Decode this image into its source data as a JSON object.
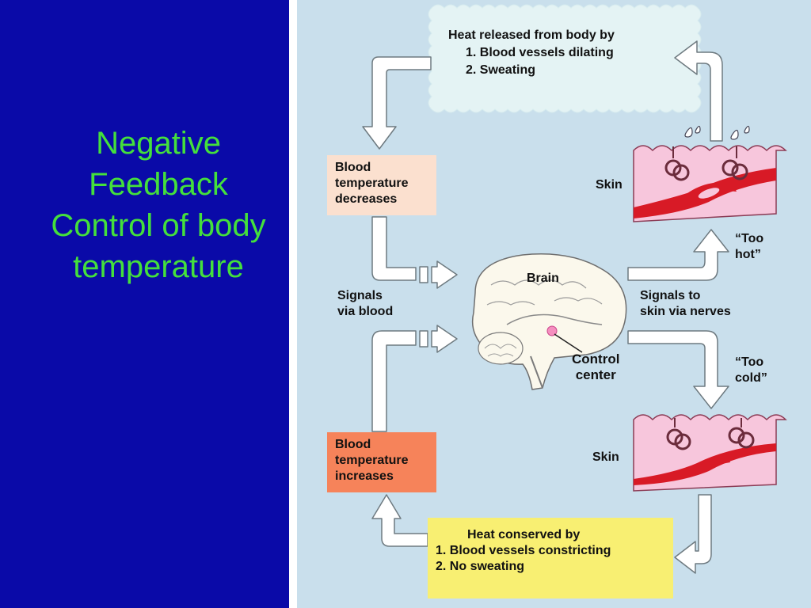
{
  "slide": {
    "title_lines": [
      "Negative",
      "Feedback",
      "Control of body",
      "temperature"
    ]
  },
  "diagram": {
    "heat_released": {
      "heading": "Heat released from body by",
      "items": [
        "1.  Blood vessels dilating",
        "2.  Sweating"
      ]
    },
    "blood_temp_decreases": [
      "Blood",
      "temperature",
      "decreases"
    ],
    "blood_temp_increases": [
      "Blood",
      "temperature",
      "increases"
    ],
    "signals_via_blood": [
      "Signals",
      "via blood"
    ],
    "brain_label": "Brain",
    "control_center": [
      "Control",
      "center"
    ],
    "signals_to_skin": [
      "Signals to",
      "skin via nerves"
    ],
    "skin_top": "Skin",
    "skin_bottom": "Skin",
    "too_hot": [
      "“Too",
      "hot”"
    ],
    "too_cold": [
      "“Too",
      "cold”"
    ],
    "heat_conserved": {
      "heading": "Heat conserved by",
      "items": [
        "1.  Blood vessels constricting",
        "2.  No sweating"
      ]
    }
  },
  "colors": {
    "background": "#0a0aa8",
    "title": "#44e03c",
    "panel": "#c9dfec",
    "box_decreases": "#fbe0cf",
    "box_increases": "#f6835a",
    "box_conserved": "#f8ef72",
    "skin": "#f7c6dc",
    "vessel": "#d81a26"
  }
}
